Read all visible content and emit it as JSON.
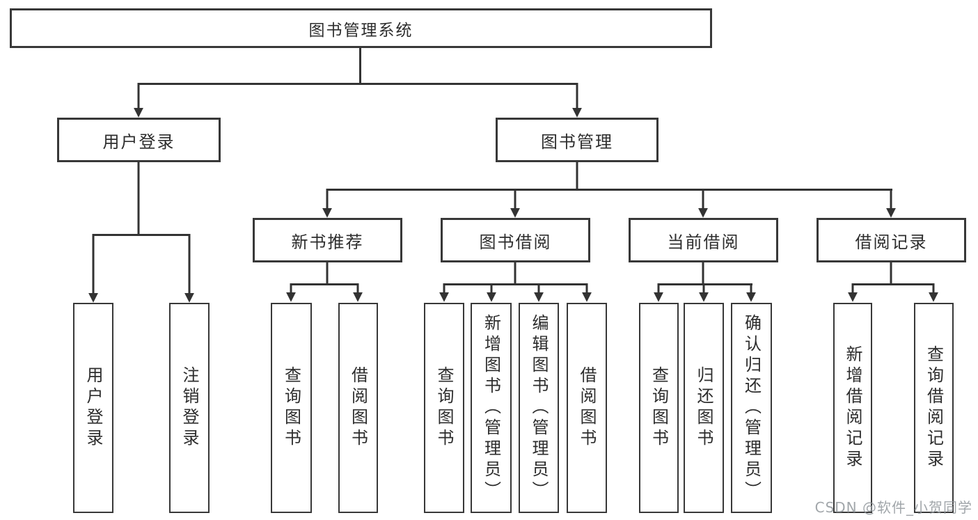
{
  "diagram": {
    "root": {
      "label": "图书管理系统"
    },
    "level2": [
      {
        "label": "用户登录"
      },
      {
        "label": "图书管理"
      }
    ],
    "level3": [
      {
        "label": "新书推荐"
      },
      {
        "label": "图书借阅"
      },
      {
        "label": "当前借阅"
      },
      {
        "label": "借阅记录"
      }
    ],
    "leaves": {
      "user_login": [
        {
          "label": "用户登录"
        },
        {
          "label": "注销登录"
        }
      ],
      "new_book": [
        {
          "label": "查询图书"
        },
        {
          "label": "借阅图书"
        }
      ],
      "book_borrow": [
        {
          "label": "查询图书"
        },
        {
          "label": "新增图书（管理员）"
        },
        {
          "label": "编辑图书（管理员）"
        },
        {
          "label": "借阅图书"
        }
      ],
      "current_borrow": [
        {
          "label": "查询图书"
        },
        {
          "label": "归还图书"
        },
        {
          "label": "确认归还（管理员）"
        }
      ],
      "borrow_record": [
        {
          "label": "新增借阅记录"
        },
        {
          "label": "查询借阅记录"
        }
      ]
    },
    "watermark": "CSDN @软件_小贺同学",
    "colors": {
      "line": "#333333",
      "border": "#383838",
      "text": "#2d2d2d",
      "background": "#ffffff",
      "watermark": "#91969b"
    }
  }
}
